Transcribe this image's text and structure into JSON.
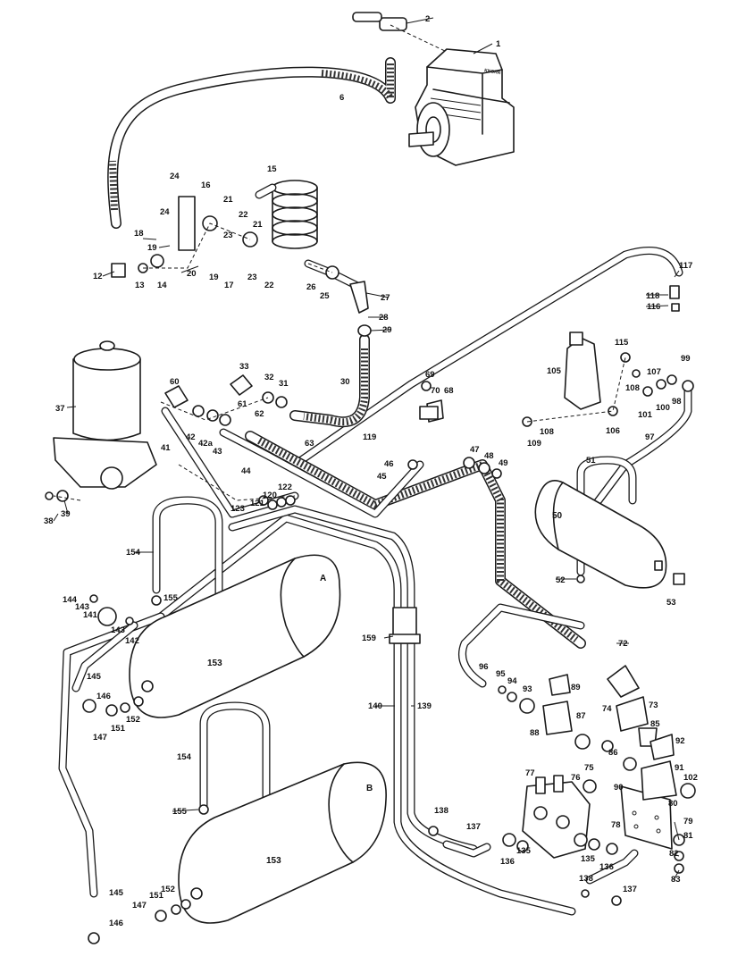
{
  "brand_text": "KNORR",
  "tanks": {
    "tank_A": {
      "letter": "A",
      "number": "153"
    },
    "tank_B": {
      "letter": "B",
      "number": "153"
    },
    "tank_50": {
      "number": "50"
    }
  },
  "part_labels": [
    {
      "id": "1",
      "text": "1"
    },
    {
      "id": "2",
      "text": "2"
    },
    {
      "id": "6",
      "text": "6"
    },
    {
      "id": "12",
      "text": "12"
    },
    {
      "id": "13",
      "text": "13"
    },
    {
      "id": "14",
      "text": "14"
    },
    {
      "id": "15",
      "text": "15"
    },
    {
      "id": "16",
      "text": "16"
    },
    {
      "id": "17",
      "text": "17"
    },
    {
      "id": "18",
      "text": "18"
    },
    {
      "id": "19a",
      "text": "19"
    },
    {
      "id": "19b",
      "text": "19"
    },
    {
      "id": "20",
      "text": "20"
    },
    {
      "id": "21a",
      "text": "21"
    },
    {
      "id": "21b",
      "text": "21"
    },
    {
      "id": "22a",
      "text": "22"
    },
    {
      "id": "22b",
      "text": "22"
    },
    {
      "id": "23a",
      "text": "23"
    },
    {
      "id": "23b",
      "text": "23"
    },
    {
      "id": "24a",
      "text": "24"
    },
    {
      "id": "24b",
      "text": "24"
    },
    {
      "id": "25",
      "text": "25"
    },
    {
      "id": "26",
      "text": "26"
    },
    {
      "id": "27",
      "text": "27"
    },
    {
      "id": "28",
      "text": "28"
    },
    {
      "id": "29",
      "text": "29"
    },
    {
      "id": "30",
      "text": "30"
    },
    {
      "id": "31",
      "text": "31"
    },
    {
      "id": "32",
      "text": "32"
    },
    {
      "id": "33",
      "text": "33"
    },
    {
      "id": "37",
      "text": "37"
    },
    {
      "id": "38",
      "text": "38"
    },
    {
      "id": "39",
      "text": "39"
    },
    {
      "id": "41",
      "text": "41"
    },
    {
      "id": "42",
      "text": "42"
    },
    {
      "id": "42a",
      "text": "42a"
    },
    {
      "id": "43",
      "text": "43"
    },
    {
      "id": "44",
      "text": "44"
    },
    {
      "id": "45",
      "text": "45"
    },
    {
      "id": "46",
      "text": "46"
    },
    {
      "id": "47",
      "text": "47"
    },
    {
      "id": "48",
      "text": "48"
    },
    {
      "id": "49",
      "text": "49"
    },
    {
      "id": "51",
      "text": "51"
    },
    {
      "id": "52",
      "text": "52"
    },
    {
      "id": "53",
      "text": "53"
    },
    {
      "id": "60",
      "text": "60"
    },
    {
      "id": "61",
      "text": "61"
    },
    {
      "id": "62",
      "text": "62"
    },
    {
      "id": "63",
      "text": "63"
    },
    {
      "id": "68",
      "text": "68"
    },
    {
      "id": "69",
      "text": "69"
    },
    {
      "id": "70",
      "text": "70"
    },
    {
      "id": "72",
      "text": "72"
    },
    {
      "id": "73",
      "text": "73"
    },
    {
      "id": "74",
      "text": "74"
    },
    {
      "id": "75",
      "text": "75"
    },
    {
      "id": "76",
      "text": "76"
    },
    {
      "id": "77",
      "text": "77"
    },
    {
      "id": "78",
      "text": "78"
    },
    {
      "id": "79",
      "text": "79"
    },
    {
      "id": "80",
      "text": "80"
    },
    {
      "id": "81",
      "text": "81"
    },
    {
      "id": "82",
      "text": "82"
    },
    {
      "id": "83",
      "text": "83"
    },
    {
      "id": "85",
      "text": "85"
    },
    {
      "id": "86",
      "text": "86"
    },
    {
      "id": "87",
      "text": "87"
    },
    {
      "id": "88",
      "text": "88"
    },
    {
      "id": "89",
      "text": "89"
    },
    {
      "id": "90",
      "text": "90"
    },
    {
      "id": "91",
      "text": "91"
    },
    {
      "id": "92",
      "text": "92"
    },
    {
      "id": "93",
      "text": "93"
    },
    {
      "id": "94",
      "text": "94"
    },
    {
      "id": "95",
      "text": "95"
    },
    {
      "id": "96",
      "text": "96"
    },
    {
      "id": "97",
      "text": "97"
    },
    {
      "id": "98",
      "text": "98"
    },
    {
      "id": "99",
      "text": "99"
    },
    {
      "id": "100",
      "text": "100"
    },
    {
      "id": "101",
      "text": "101"
    },
    {
      "id": "102",
      "text": "102"
    },
    {
      "id": "105",
      "text": "105"
    },
    {
      "id": "106",
      "text": "106"
    },
    {
      "id": "107",
      "text": "107"
    },
    {
      "id": "108a",
      "text": "108"
    },
    {
      "id": "108b",
      "text": "108"
    },
    {
      "id": "109",
      "text": "109"
    },
    {
      "id": "115",
      "text": "115"
    },
    {
      "id": "116",
      "text": "116"
    },
    {
      "id": "117",
      "text": "117"
    },
    {
      "id": "118",
      "text": "118"
    },
    {
      "id": "119",
      "text": "119"
    },
    {
      "id": "120",
      "text": "120"
    },
    {
      "id": "121",
      "text": "121"
    },
    {
      "id": "122",
      "text": "122"
    },
    {
      "id": "123",
      "text": "123"
    },
    {
      "id": "135a",
      "text": "135"
    },
    {
      "id": "135b",
      "text": "135"
    },
    {
      "id": "136a",
      "text": "136"
    },
    {
      "id": "136b",
      "text": "136"
    },
    {
      "id": "137a",
      "text": "137"
    },
    {
      "id": "137b",
      "text": "137"
    },
    {
      "id": "138a",
      "text": "138"
    },
    {
      "id": "138b",
      "text": "138"
    },
    {
      "id": "139",
      "text": "139"
    },
    {
      "id": "140",
      "text": "140"
    },
    {
      "id": "141",
      "text": "141"
    },
    {
      "id": "142",
      "text": "142"
    },
    {
      "id": "143a",
      "text": "143"
    },
    {
      "id": "143b",
      "text": "143"
    },
    {
      "id": "144",
      "text": "144"
    },
    {
      "id": "145a",
      "text": "145"
    },
    {
      "id": "145b",
      "text": "145"
    },
    {
      "id": "146a",
      "text": "146"
    },
    {
      "id": "146b",
      "text": "146"
    },
    {
      "id": "147a",
      "text": "147"
    },
    {
      "id": "147b",
      "text": "147"
    },
    {
      "id": "151a",
      "text": "151"
    },
    {
      "id": "151b",
      "text": "151"
    },
    {
      "id": "152a",
      "text": "152"
    },
    {
      "id": "152b",
      "text": "152"
    },
    {
      "id": "154a",
      "text": "154"
    },
    {
      "id": "154b",
      "text": "154"
    },
    {
      "id": "155a",
      "text": "155"
    },
    {
      "id": "155b",
      "text": "155"
    },
    {
      "id": "159",
      "text": "159"
    }
  ]
}
